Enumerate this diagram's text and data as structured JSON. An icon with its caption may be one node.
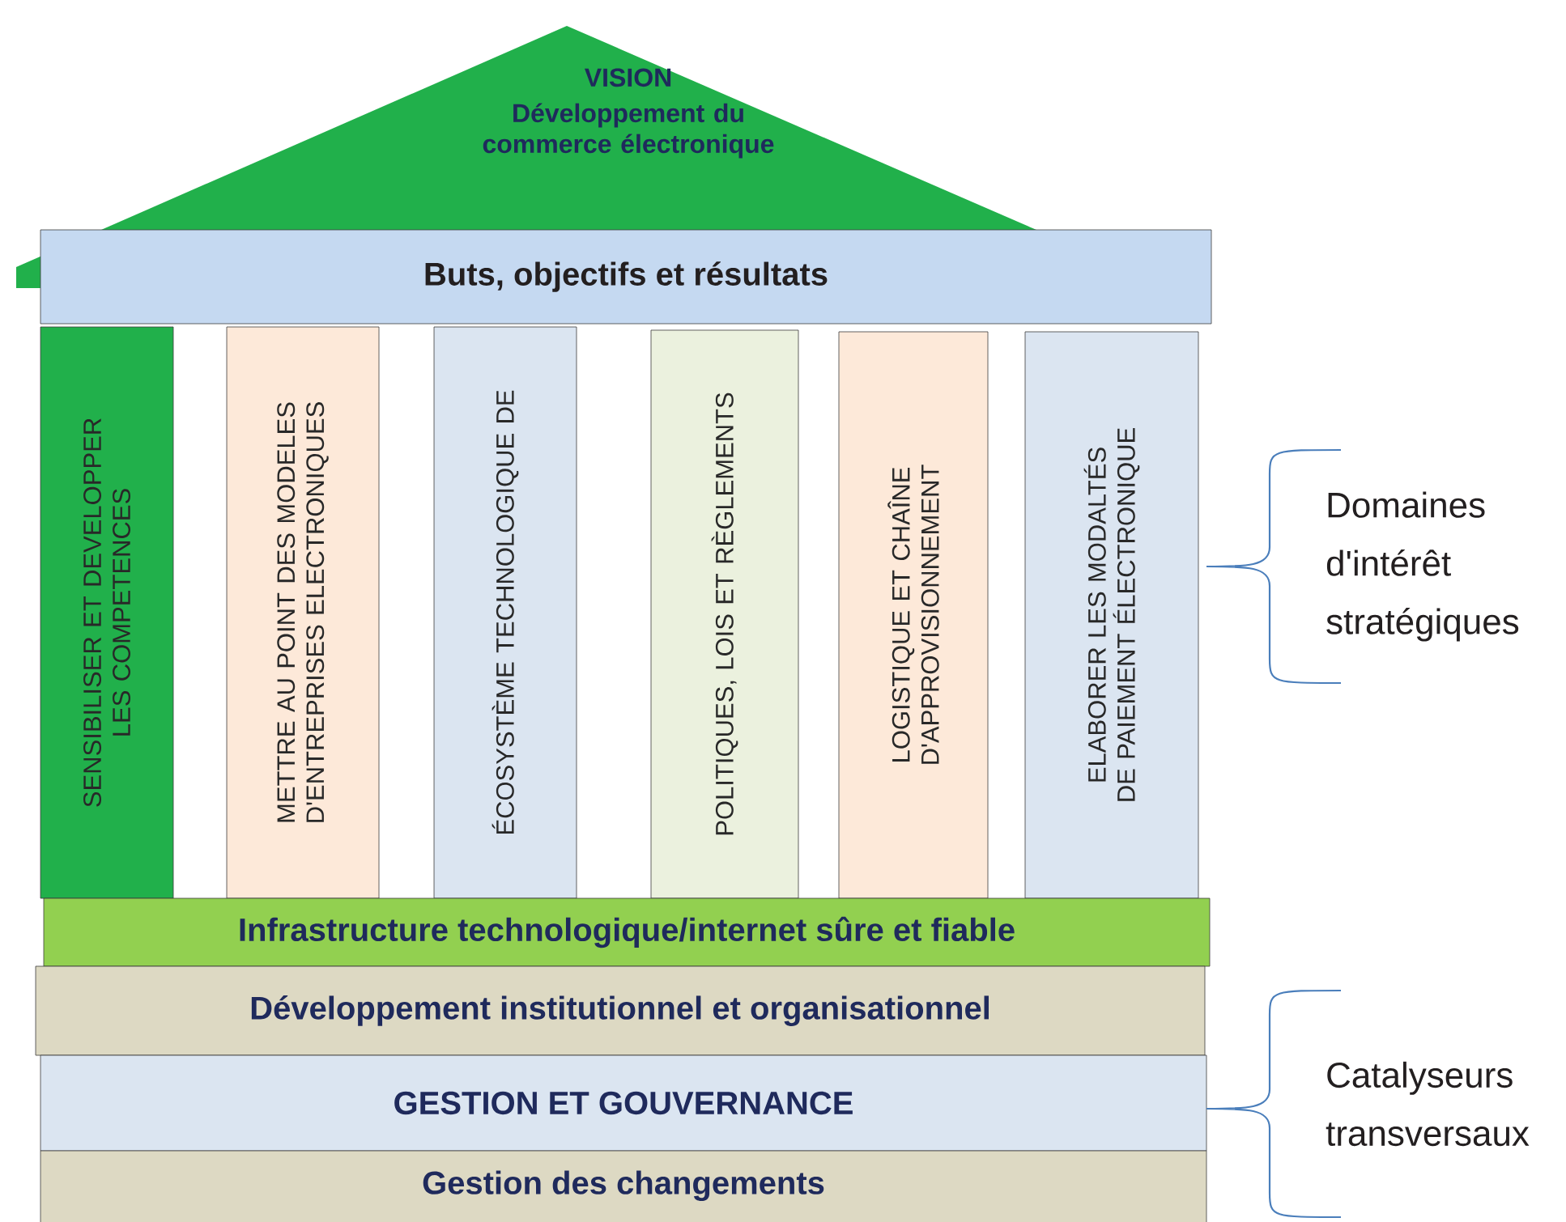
{
  "diagram": {
    "nodes": [
      {
        "text": [
          "VISION",
          "Développement du commerce électronique"
        ]
      },
      {
        "text": [
          "Buts, objectifs et résultats"
        ]
      },
      {
        "text": [
          "SENSIBILISER ET DEVELOPPER LES COMPETENCES"
        ]
      },
      {
        "text": [
          "METTRE AU POINT DES MODELES D'ENTREPRISES ELECTRONIQUES"
        ]
      },
      {
        "text": [
          "ÉCOSYSTÈME TECHNOLOGIQUE DE"
        ]
      },
      {
        "text": [
          "POLITIQUES, LOIS ET RÈGLEMENTS"
        ]
      },
      {
        "text": [
          "LOGISTIQUE ET CHAÎNE D'APPROVISIONNEMENT"
        ]
      },
      {
        "text": [
          "ELABORER LES MODALTÉS DE PAIEMENT ÉLECTRONIQUE"
        ]
      },
      {
        "text": [
          "Infrastructure technologique/internet sûre et fiable"
        ]
      },
      {
        "text": [
          "Développement institutionnel et organisationnel"
        ]
      },
      {
        "text": [
          "GESTION ET GOUVERNANCE"
        ]
      },
      {
        "text": [
          "Gestion des changements"
        ]
      }
    ],
    "labels": [
      "Domaines d'intérêt stratégiques",
      "Catalyseurs transversaux"
    ]
  }
}
